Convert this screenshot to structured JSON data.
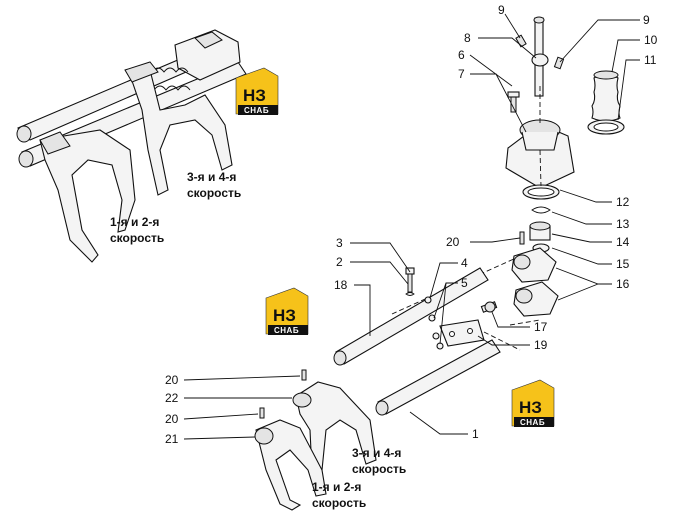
{
  "logos": [
    {
      "mark": "НЗ",
      "sub": "СНАБ"
    },
    {
      "mark": "НЗ",
      "sub": "СНАБ"
    },
    {
      "mark": "НЗ",
      "sub": "СНАБ"
    }
  ],
  "captions": {
    "upper_34": [
      "3-я и 4-я",
      "скорость"
    ],
    "upper_12": [
      "1-я и 2-я",
      "скорость"
    ],
    "lower_34": [
      "3-я и 4-я",
      "скорость"
    ],
    "lower_12": [
      "1-я и 2-я",
      "скорость"
    ]
  },
  "callouts": [
    {
      "id": "c9a",
      "text": "9"
    },
    {
      "id": "c9b",
      "text": "9"
    },
    {
      "id": "c8",
      "text": "8"
    },
    {
      "id": "c6",
      "text": "6"
    },
    {
      "id": "c7",
      "text": "7"
    },
    {
      "id": "c10",
      "text": "10"
    },
    {
      "id": "c11",
      "text": "11"
    },
    {
      "id": "c12",
      "text": "12"
    },
    {
      "id": "c13",
      "text": "13"
    },
    {
      "id": "c14",
      "text": "14"
    },
    {
      "id": "c15",
      "text": "15"
    },
    {
      "id": "c16",
      "text": "16"
    },
    {
      "id": "c17",
      "text": "17"
    },
    {
      "id": "c19",
      "text": "19"
    },
    {
      "id": "c20a",
      "text": "20"
    },
    {
      "id": "c3",
      "text": "3"
    },
    {
      "id": "c2",
      "text": "2"
    },
    {
      "id": "c4",
      "text": "4"
    },
    {
      "id": "c5",
      "text": "5"
    },
    {
      "id": "c18",
      "text": "18"
    },
    {
      "id": "c20b",
      "text": "20"
    },
    {
      "id": "c22",
      "text": "22"
    },
    {
      "id": "c20c",
      "text": "20"
    },
    {
      "id": "c21",
      "text": "21"
    },
    {
      "id": "c1",
      "text": "1"
    }
  ]
}
